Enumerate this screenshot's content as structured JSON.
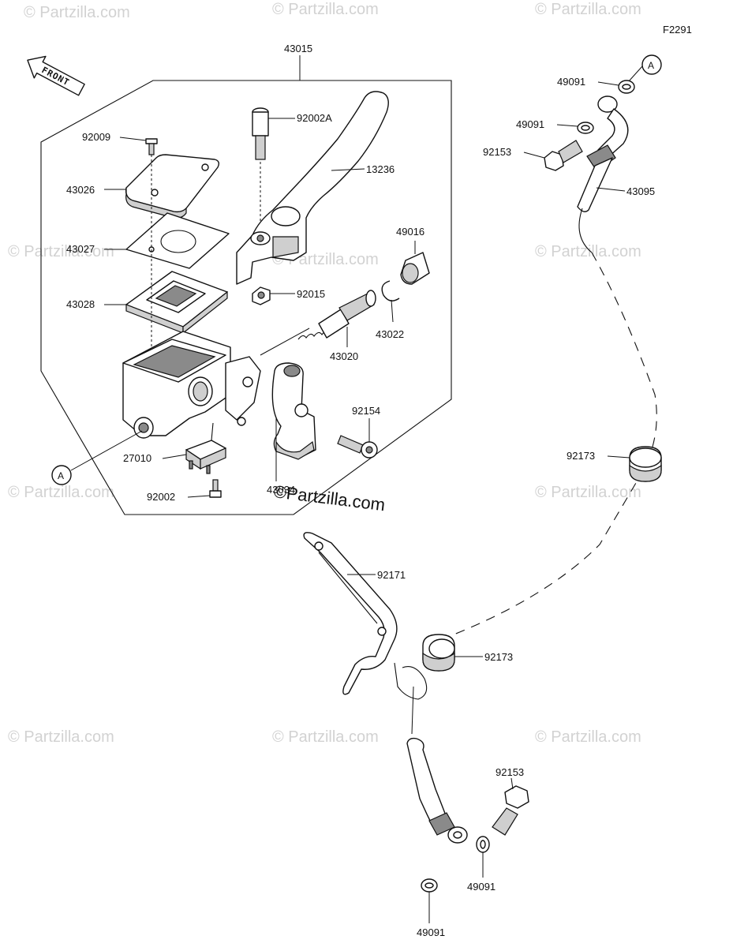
{
  "figure_code": "F2291",
  "front_label": "FRONT",
  "reference_marker": "A",
  "watermark_text": "© Partzilla.com",
  "brand_text": "©Partzilla.com",
  "part_labels": {
    "p43015": "43015",
    "p92002A": "92002A",
    "p92009": "92009",
    "p13236": "13236",
    "p43026": "43026",
    "p43027": "43027",
    "p49016": "49016",
    "p43028": "43028",
    "p92015": "92015",
    "p43022": "43022",
    "p43020": "43020",
    "p92154": "92154",
    "p27010": "27010",
    "p92002": "92002",
    "p43034": "43034",
    "p92171": "92171",
    "p92173_top": "92173",
    "p92173_bottom": "92173",
    "p49091_a": "49091",
    "p49091_b": "49091",
    "p92153_top": "92153",
    "p43095": "43095",
    "p92153_bottom": "92153",
    "p49091_c": "49091",
    "p49091_d": "49091"
  },
  "colors": {
    "line": "#111111",
    "watermark": "#d2d2d2",
    "background": "#ffffff"
  }
}
